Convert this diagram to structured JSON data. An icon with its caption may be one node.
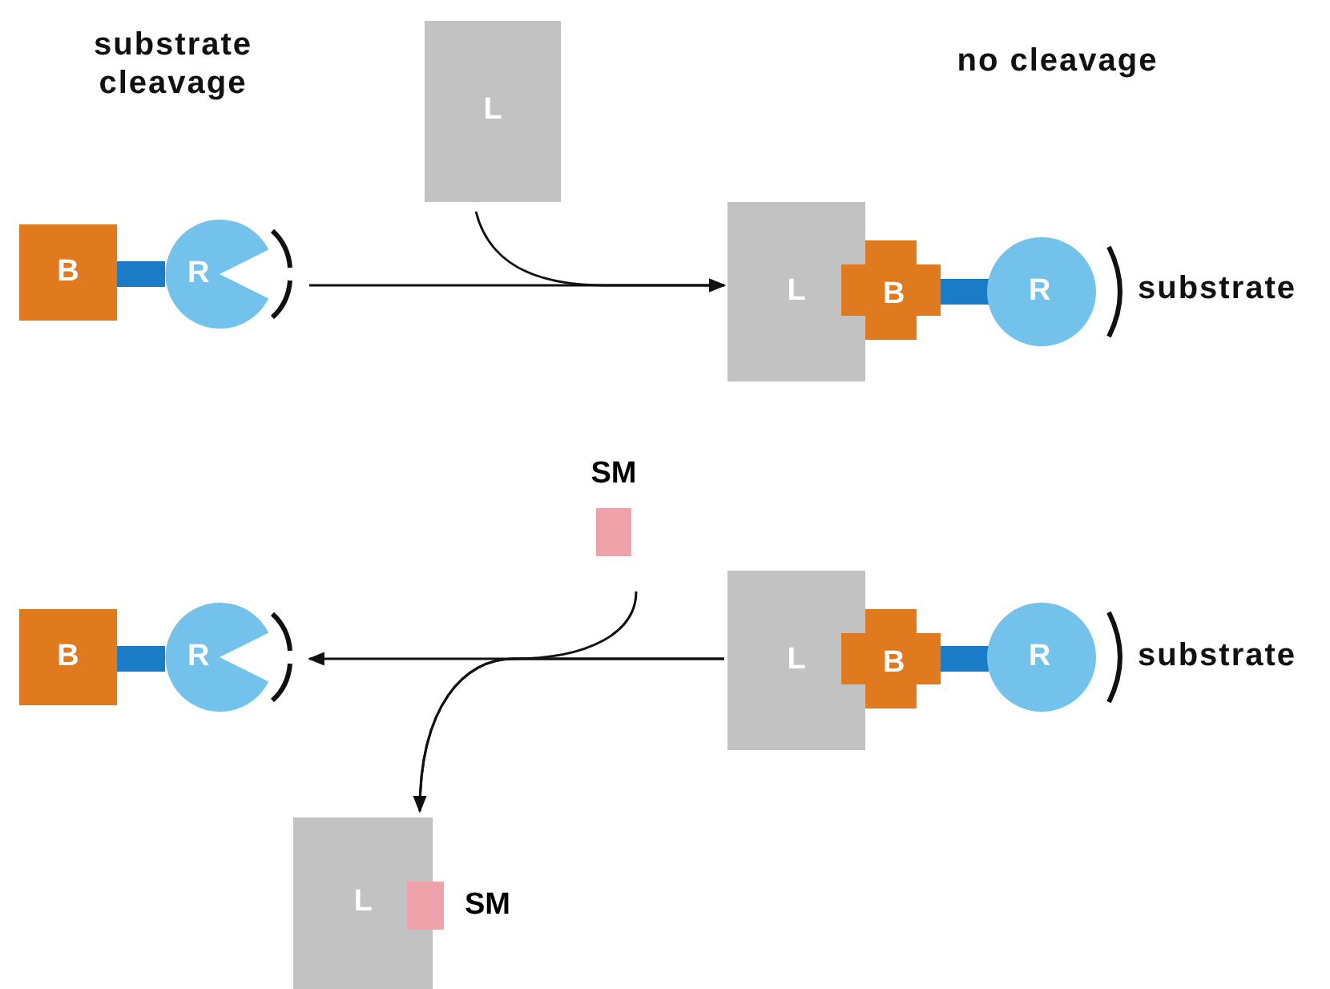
{
  "diagram": {
    "nodes": [
      {
        "text": [
          "B"
        ]
      },
      {
        "text": [
          "R"
        ]
      },
      {
        "text": [
          "L"
        ]
      },
      {
        "text": [
          "L"
        ]
      },
      {
        "text": [
          "B"
        ]
      },
      {
        "text": [
          "R"
        ]
      },
      {
        "text": [
          "L"
        ]
      },
      {
        "text": [
          "B"
        ]
      },
      {
        "text": [
          "R"
        ]
      },
      {
        "text": [
          "SM"
        ]
      },
      {
        "text": [
          "B"
        ]
      },
      {
        "text": [
          "R"
        ]
      },
      {
        "text": [
          "L"
        ]
      },
      {
        "text": [
          "SM"
        ]
      }
    ],
    "edges": [
      {
        "from": 1,
        "to": 3,
        "arrow": "to"
      },
      {
        "from": 2,
        "to": 3,
        "arrow": "to"
      },
      {
        "from": 6,
        "to": 11,
        "arrow": "to"
      },
      {
        "from": 9,
        "to": 12,
        "arrow": "to"
      },
      {
        "from": 6,
        "to": 12,
        "arrow": "to"
      }
    ],
    "labels": [
      "substrate cleavage",
      "no cleavage",
      "substrate",
      "substrate"
    ]
  }
}
